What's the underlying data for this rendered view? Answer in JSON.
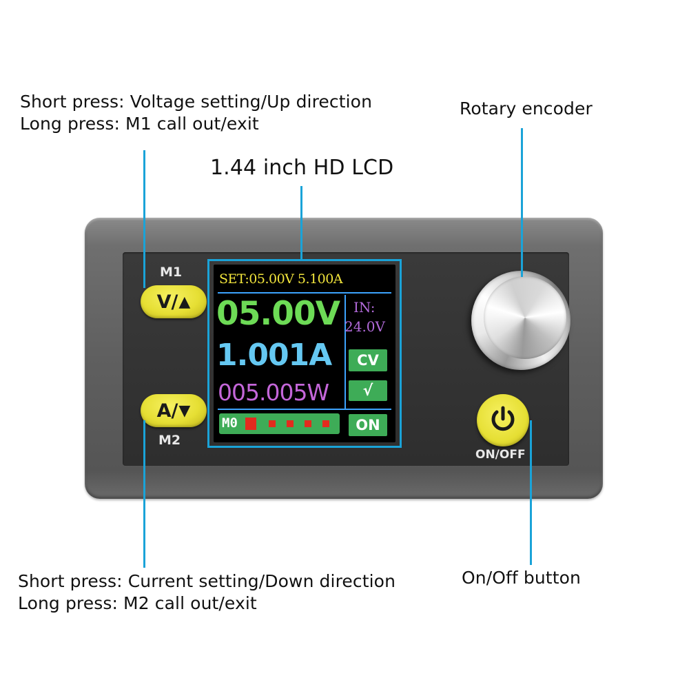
{
  "callouts": {
    "m1_line1": "Short press: Voltage setting/Up direction",
    "m1_line2": "Long press: M1 call out/exit",
    "lcd": "1.44 inch HD LCD",
    "encoder": "Rotary encoder",
    "m2_line1": "Short press: Current setting/Down direction",
    "m2_line2": "Long press: M2 call out/exit",
    "onoff": "On/Off button"
  },
  "panel": {
    "m1_label": "M1",
    "m2_label": "M2",
    "v_button": "V/",
    "a_button": "A/",
    "up_glyph": "▲",
    "down_glyph": "▼",
    "onoff_label": "ON/OFF"
  },
  "lcd": {
    "set_line": "SET:05.00V  5.100A",
    "voltage": "05.00V",
    "current": "1.001A",
    "power": "005.005W",
    "in_label": "IN:",
    "in_value": "24.0V",
    "mode": "CV",
    "check": "√",
    "output": "ON",
    "memory": "M0"
  },
  "colors": {
    "leader": "#1aa3d8",
    "voltage": "#6ddb56",
    "current": "#65c8f2",
    "power": "#c466d9",
    "set": "#f3e63c",
    "badge": "#3eac57",
    "button_yellow": "#e6df34"
  },
  "icons": {
    "power_button": "power-icon",
    "up": "triangle-up-icon",
    "down": "triangle-down-icon"
  }
}
